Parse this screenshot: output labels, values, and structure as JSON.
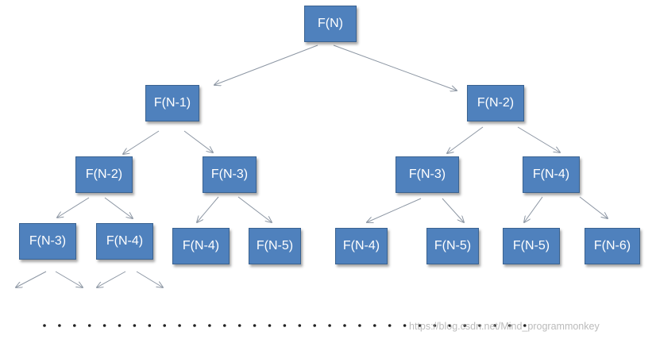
{
  "nodes": {
    "root": "F(N)",
    "l1_left": "F(N-1)",
    "l1_right": "F(N-2)",
    "l2_a": "F(N-2)",
    "l2_b": "F(N-3)",
    "l2_c": "F(N-3)",
    "l2_d": "F(N-4)",
    "l3_a": "F(N-3)",
    "l3_b": "F(N-4)",
    "l3_c": "F(N-4)",
    "l3_d": "F(N-5)",
    "l3_e": "F(N-4)",
    "l3_f": "F(N-5)",
    "l3_g": "F(N-5)",
    "l3_h": "F(N-6)"
  },
  "continuation": "· · · · · · · · · · · · · · · · · · · · · · · · · · · · · · · · ·",
  "watermark": "https://blog.csdn.net/Mind_programmonkey",
  "colors": {
    "node_fill": "#4f81bd",
    "node_text": "#ffffff",
    "arrow": "#8c96a3"
  }
}
